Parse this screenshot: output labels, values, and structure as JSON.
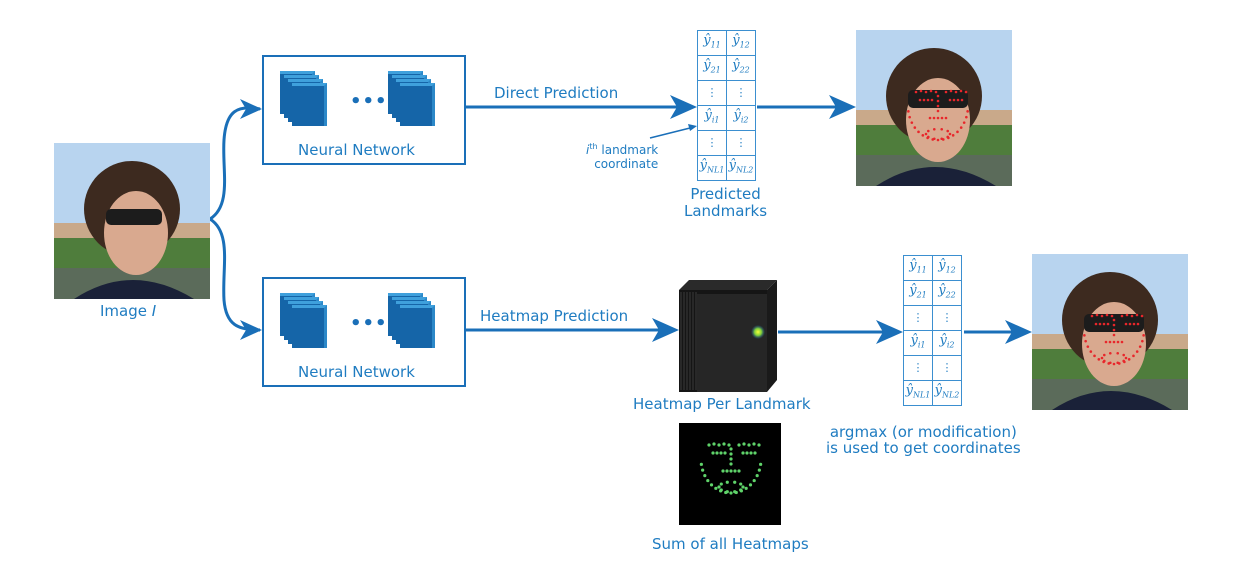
{
  "input": {
    "label_prefix": "Image ",
    "label_var": "I"
  },
  "direct_branch": {
    "network_label": "Neural Network",
    "ellipsis": "•••",
    "arrow_label": "Direct Prediction",
    "annotation_sup": "th",
    "annotation_var": "i",
    "annotation_line1": " landmark",
    "annotation_line2": "coordinate",
    "output_label_line1": "Predicted",
    "output_label_line2": "Landmarks"
  },
  "heatmap_branch": {
    "network_label": "Neural Network",
    "ellipsis": "•••",
    "arrow_label": "Heatmap Prediction",
    "heatmap_label": "Heatmap Per Landmark",
    "sum_label": "Sum of all Heatmaps",
    "argmax_line1": "argmax (or modification)",
    "argmax_line2": "is used to get coordinates"
  },
  "landmark_table": {
    "rows": [
      [
        "ŷ",
        "11",
        "ŷ",
        "12"
      ],
      [
        "ŷ",
        "21",
        "ŷ",
        "22"
      ],
      [
        "⋮",
        "",
        "⋮",
        ""
      ],
      [
        "ŷ",
        "i1",
        "ŷ",
        "i2"
      ],
      [
        "⋮",
        "",
        "⋮",
        ""
      ],
      [
        "ŷ",
        "NL1",
        "ŷ",
        "NL2"
      ]
    ]
  },
  "colors": {
    "accent": "#1a6fb8",
    "text": "#1f7cc1",
    "landmark_dot": "#e8262b",
    "heatmap_dot": "#5fd36a"
  }
}
